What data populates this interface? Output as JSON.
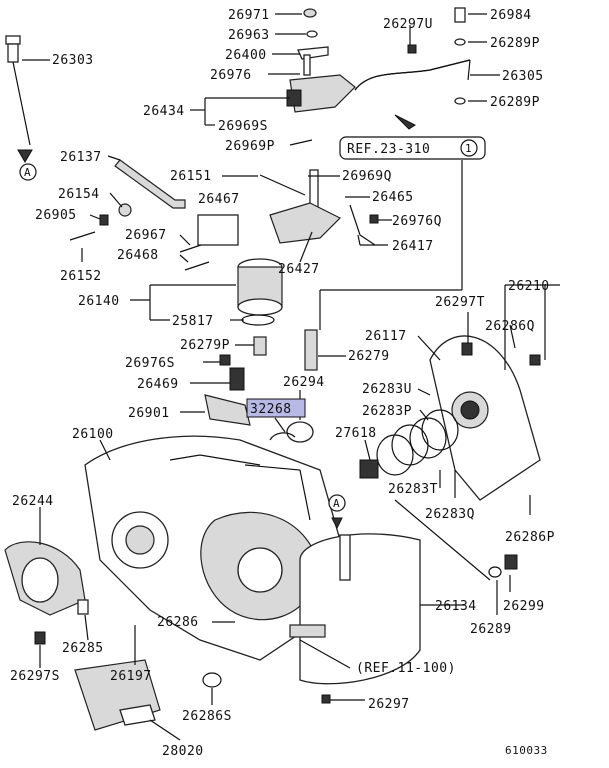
{
  "diagram": {
    "labels": {
      "l26971": "26971",
      "l26963": "26963",
      "l26400": "26400",
      "l26976": "26976",
      "l26434": "26434",
      "l26969S": "26969S",
      "l26969P": "26969P",
      "l26297U": "26297U",
      "l26984": "26984",
      "l26289P_a": "26289P",
      "l26305": "26305",
      "l26289P_b": "26289P",
      "l26303": "26303",
      "l26137": "26137",
      "l26151": "26151",
      "l26969Q": "26969Q",
      "l26154": "26154",
      "l26467": "26467",
      "l26465": "26465",
      "l26905": "26905",
      "l26976Q": "26976Q",
      "l26967": "26967",
      "l26417": "26417",
      "l26468": "26468",
      "l26152": "26152",
      "l26427": "26427",
      "l26140": "26140",
      "l26210": "26210",
      "l26297T": "26297T",
      "l25817": "25817",
      "l26286Q": "26286Q",
      "l26279P": "26279P",
      "l26117": "26117",
      "l26279": "26279",
      "l26976S": "26976S",
      "l26469": "26469",
      "l26294": "26294",
      "l26283U": "26283U",
      "l26901": "26901",
      "l32268": "32268",
      "l26283P": "26283P",
      "l27618": "27618",
      "l26100": "26100",
      "l26283T": "26283T",
      "l26283Q": "26283Q",
      "l26244": "26244",
      "l26286P": "26286P",
      "l26134": "26134",
      "l26299": "26299",
      "l26286": "26286",
      "l26289": "26289",
      "l26285": "26285",
      "l26297S": "26297S",
      "l26197": "26197",
      "l26286S": "26286S",
      "l26297": "26297",
      "l28020": "28020",
      "ref23": "REF.23-310",
      "ref23_circle": "1",
      "ref11": "(REF.11-100)",
      "markerA": "A",
      "markerA2": "A",
      "figure_no": "610033"
    },
    "highlight_color": "#b9b9e6"
  }
}
